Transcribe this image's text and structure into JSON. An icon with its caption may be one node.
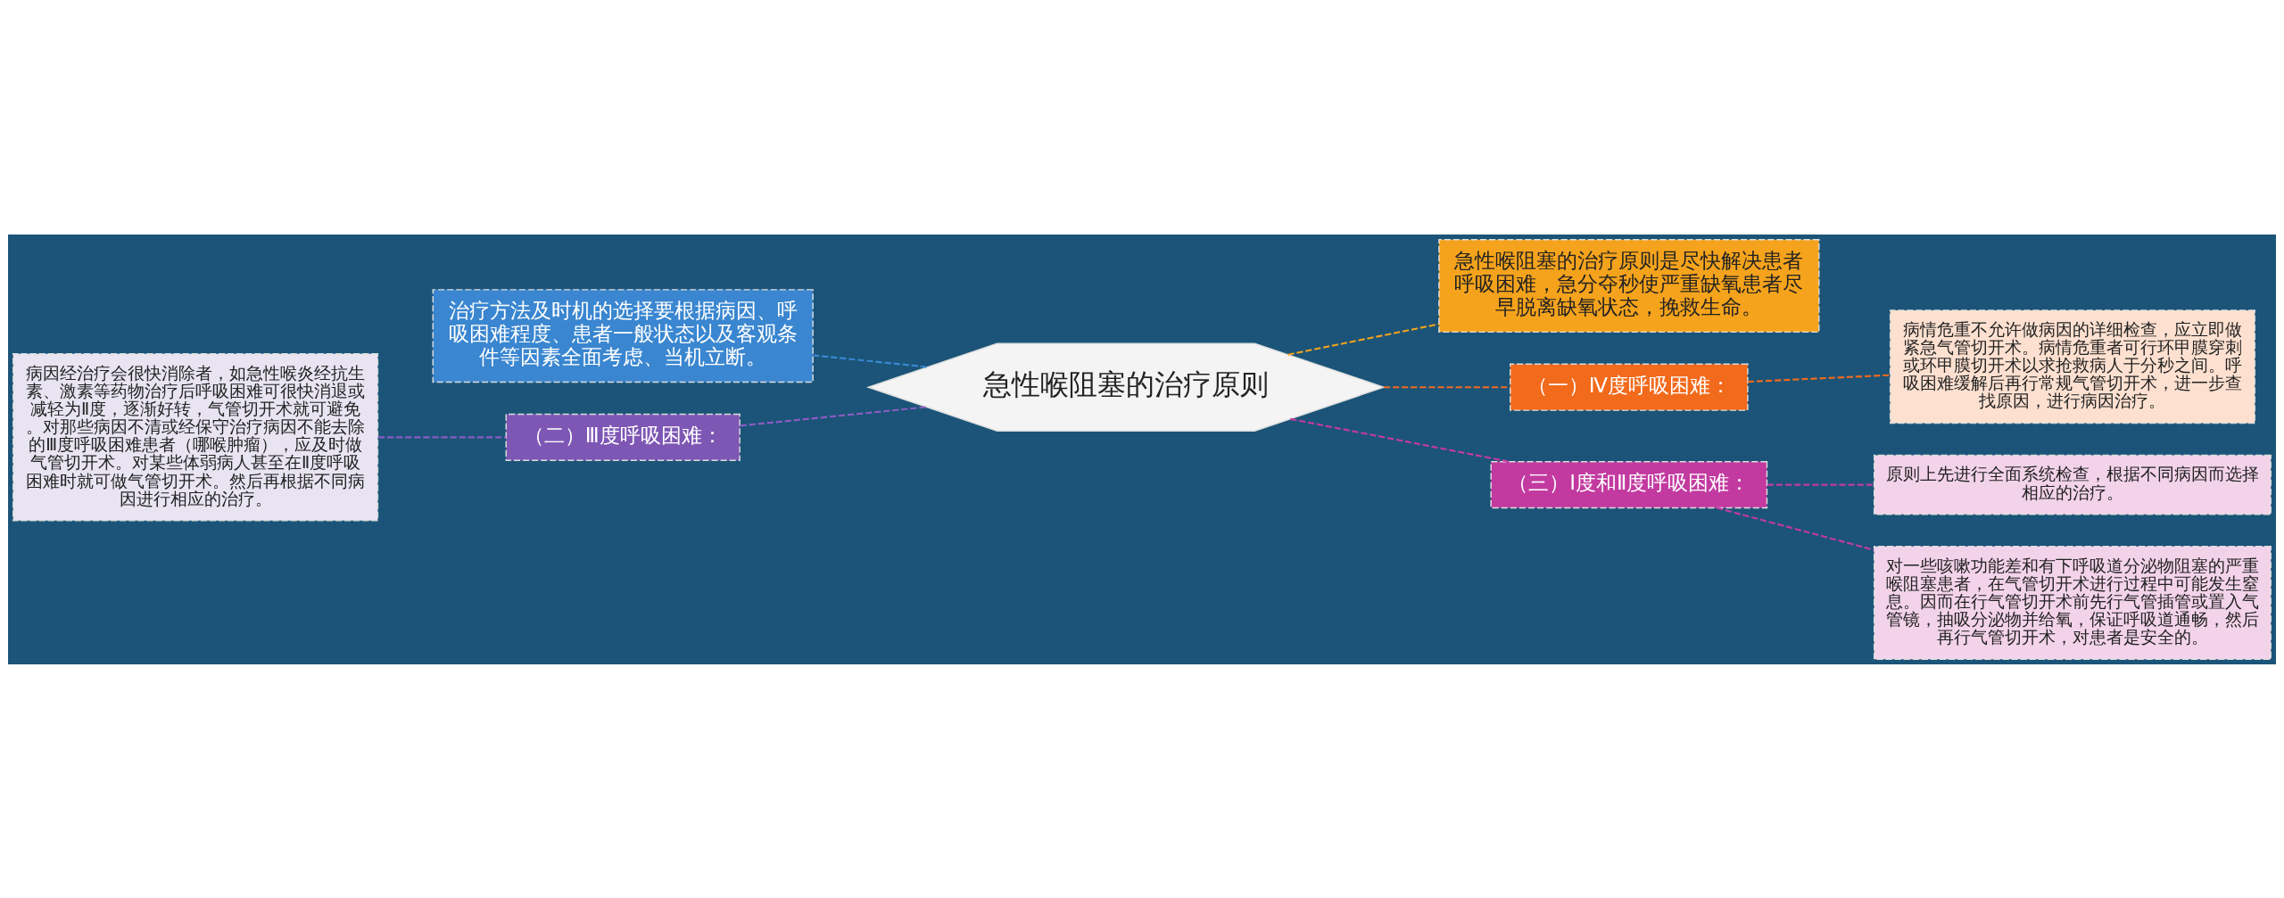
{
  "diagram": {
    "nodes": [
      {
        "text": [
          "急性喉阻塞的治疗原则"
        ]
      },
      {
        "text": [
          "治疗方法及时机的选择要根据病因、呼吸困难程度、患者一般状态以及客观条件等因素全面考虑、当机立断。"
        ]
      },
      {
        "text": [
          "（二）Ⅲ度呼吸困难："
        ]
      },
      {
        "text": [
          "病因经治疗会很快消除者，如急性喉炎经抗生素、激素等药物治疗后呼吸困难可很快消退或减轻为Ⅱ度，逐渐好转，气管切开术就可避免。对那些病因不清或经保守治疗病因不能去除的Ⅲ度呼吸困难患者（哪喉肿瘤），应及时做气管切开术。对某些体弱病人甚至在Ⅱ度呼吸困难时就可做气管切开术。然后再根据不同病因进行相应的治疗。"
        ]
      },
      {
        "text": [
          "急性喉阻塞的治疗原则是尽快解决患者呼吸困难，急分夺秒使严重缺氧患者尽早脱离缺氧状态，挽救生命。"
        ]
      },
      {
        "text": [
          "（一）Ⅳ度呼吸困难："
        ]
      },
      {
        "text": [
          "病情危重不允许做病因的详细检查，应立即做紧急气管切开术。病情危重者可行环甲膜穿刺或环甲膜切开术以求抢救病人于分秒之间。呼吸困难缓解后再行常规气管切开术，进一步查找原因，进行病因治疗。"
        ]
      },
      {
        "text": [
          "（三）Ⅰ度和Ⅱ度呼吸困难："
        ]
      },
      {
        "text": [
          "原则上先进行全面系统检查，根据不同病因而选择相应的治疗。"
        ]
      },
      {
        "text": [
          "对一些咳嗽功能差和有下呼吸道分泌物阻塞的严重喉阻塞患者，在气管切开术进行过程中可能发生窒息。因而在行气管切开术前先行气管插管或置入气管镜，抽吸分泌物并给氧，保证呼吸道通畅，然后再行气管切开术，对患者是安全的。"
        ]
      }
    ],
    "edges": [
      {
        "from": 0,
        "to": 1,
        "arrow": "none",
        "style": "dashed",
        "color": "#3a86d0"
      },
      {
        "from": 0,
        "to": 2,
        "arrow": "none",
        "style": "dashed",
        "color": "#8a5cc0"
      },
      {
        "from": 2,
        "to": 3,
        "arrow": "none",
        "style": "dashed",
        "color": "#8a5cc0"
      },
      {
        "from": 0,
        "to": 4,
        "arrow": "none",
        "style": "dashed",
        "color": "#f5a31c"
      },
      {
        "from": 0,
        "to": 5,
        "arrow": "none",
        "style": "dashed",
        "color": "#f26a1b"
      },
      {
        "from": 5,
        "to": 6,
        "arrow": "none",
        "style": "dashed",
        "color": "#f26a1b"
      },
      {
        "from": 0,
        "to": 7,
        "arrow": "none",
        "style": "dashed",
        "color": "#c23aa0"
      },
      {
        "from": 7,
        "to": 8,
        "arrow": "none",
        "style": "dashed",
        "color": "#c23aa0"
      },
      {
        "from": 7,
        "to": 9,
        "arrow": "none",
        "style": "dashed",
        "color": "#c23aa0"
      }
    ]
  }
}
